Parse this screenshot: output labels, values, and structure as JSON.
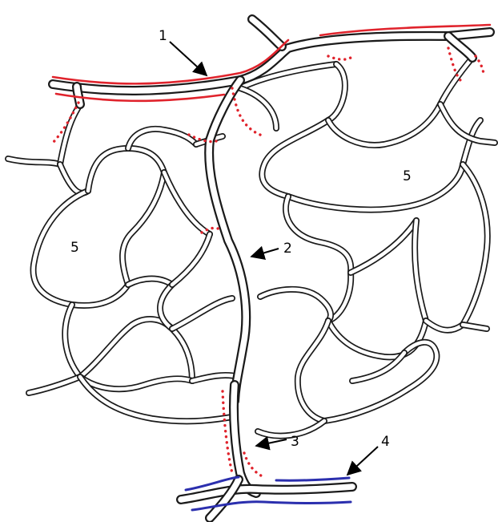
{
  "colors": {
    "background": "#ffffff",
    "vessel_outline": "#1a1a1a",
    "arterial_side": "#e0232c",
    "venous_side": "#2b2fae",
    "muscle_cells": "#e0232c"
  },
  "labels": {
    "l1": "1",
    "l2": "2",
    "l3": "3",
    "l4": "4",
    "l5a": "5",
    "l5b": "5"
  }
}
